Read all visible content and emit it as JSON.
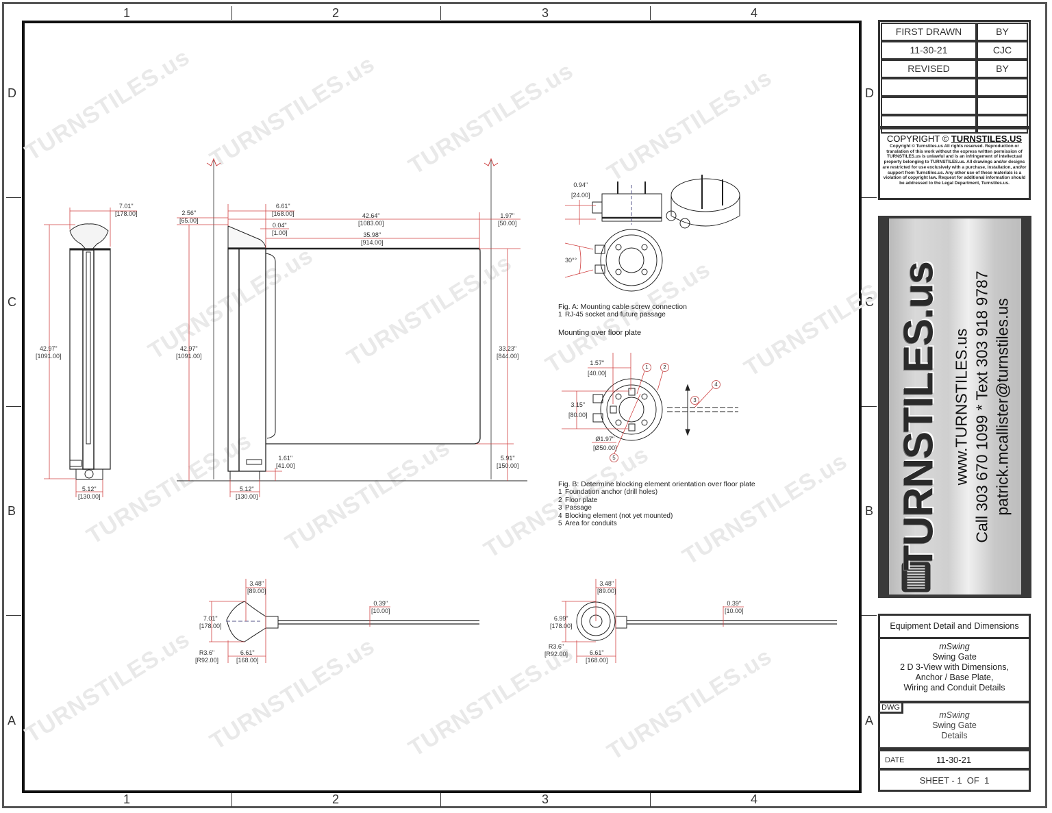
{
  "sheet": {
    "column_labels": [
      "1",
      "2",
      "3",
      "4"
    ],
    "row_labels": [
      "D",
      "C",
      "B",
      "A"
    ],
    "watermark": "TURNSTILES.us"
  },
  "views": {
    "front": {
      "width_top": "7.01\"",
      "width_top_mm": "[178.00]",
      "height": "42.97\"",
      "height_mm": "[1091.00]",
      "base": "5.12\"",
      "base_mm": "[130.00]"
    },
    "side": {
      "offset": "2.56\"",
      "offset_mm": "[65.00]",
      "head": "6.61\"",
      "head_mm": "[168.00]",
      "overall": "42.64\"",
      "overall_mm": "[1083.00]",
      "gap": "0.04\"",
      "gap_mm": "[1.00]",
      "panel": "35.98\"",
      "panel_mm": "[914.00]",
      "end": "1.97\"",
      "end_mm": "[50.00]",
      "height": "42.97\"",
      "height_mm": "[1091.00]",
      "panel_height": "33.23\"",
      "panel_height_mm": "[844.00]",
      "foot": "1.61\"",
      "foot_mm": "[41.00]",
      "clearance": "5.91\"",
      "clearance_mm": "[150.00]",
      "base": "5.12\"",
      "base_mm": "[130.00]"
    },
    "top_left": {
      "half": "3.48\"",
      "half_mm": "[89.00]",
      "width": "7.01\"",
      "width_mm": "[178.00]",
      "radius": "R3.6\"",
      "radius_mm": "[R92.00]",
      "depth": "6.61\"",
      "depth_mm": "[168.00]",
      "arm": "0.39\"",
      "arm_mm": "[10.00]"
    },
    "top_right": {
      "half": "3.48\"",
      "half_mm": "[89.00]",
      "width": "6.99\"",
      "width_mm": "[178.00]",
      "radius": "R3.6\"",
      "radius_mm": "[R92.00]",
      "depth": "6.61\"",
      "depth_mm": "[168.00]",
      "arm": "0.39\"",
      "arm_mm": "[10.00]"
    }
  },
  "fig_a": {
    "height": "0.94\"",
    "height_mm": "[24.00]",
    "angle": "30°°",
    "caption": "Fig. A: Mounting cable screw connection",
    "items": [
      {
        "num": "1",
        "text": "RJ-45 socket and future passage"
      }
    ],
    "subheading": "Mounting over floor plate"
  },
  "fig_b": {
    "spacing": "1.57\"",
    "spacing_mm": "[40.00]",
    "height": "3.15\"",
    "height_mm": "[80.00]",
    "diameter": "Ø1.97\"",
    "diameter_mm": "[Ø50.00]",
    "callouts": [
      "1",
      "2",
      "3",
      "4",
      "5"
    ],
    "caption": "Fig. B: Determine blocking element orientation over floor plate",
    "items": [
      {
        "num": "1",
        "text": "Foundation anchor (drill holes)"
      },
      {
        "num": "2",
        "text": "Floor plate"
      },
      {
        "num": "3",
        "text": "Passage"
      },
      {
        "num": "4",
        "text": "Blocking element (not yet mounted)"
      },
      {
        "num": "5",
        "text": "Area for conduits"
      }
    ]
  },
  "title_block": {
    "first_drawn_label": "FIRST DRAWN",
    "by_label": "BY",
    "first_drawn_date": "11-30-21",
    "first_drawn_by": "CJC",
    "revised_label": "REVISED",
    "revised_by_label": "BY",
    "copyright_heading": "COPYRIGHT ©",
    "copyright_brand": "TURNSTILES.US",
    "copyright_text": "Copyright © Turnstiles.us All rights reserved. Reproduction or translation of this work without the express written permission of TURNSTILES.us is unlawful and is an infringement of intellectual property belonging to TURNSTILES.us. All drawings and/or designs are restricted for use exclusively with a purchase, installation, and/or support from Turnstiles.us. Any other use of these materials is a violation of copyright law. Request for additional information should be addressed to the Legal Department, Turnstiles.us.",
    "brand_logo": "TURNSTILES.us",
    "brand_web": "www.TURNSTILES.us",
    "brand_phone": "Call 303 670 1099 * Text 303 918 9787",
    "brand_email": "patrick.mcallister@turnstiles.us",
    "heading": "Equipment Detail and Dimensions",
    "product": "mSwing",
    "desc_lines": [
      "Swing Gate",
      "2 D 3-View with Dimensions,",
      "Anchor / Base Plate,",
      "Wiring and Conduit Details"
    ],
    "dwg_label": "DWG",
    "dwg_product": "mSwing",
    "dwg_lines": [
      "Swing Gate",
      "Details"
    ],
    "date_label": "DATE",
    "date": "11-30-21",
    "sheet": "SHEET - 1  OF  1"
  }
}
